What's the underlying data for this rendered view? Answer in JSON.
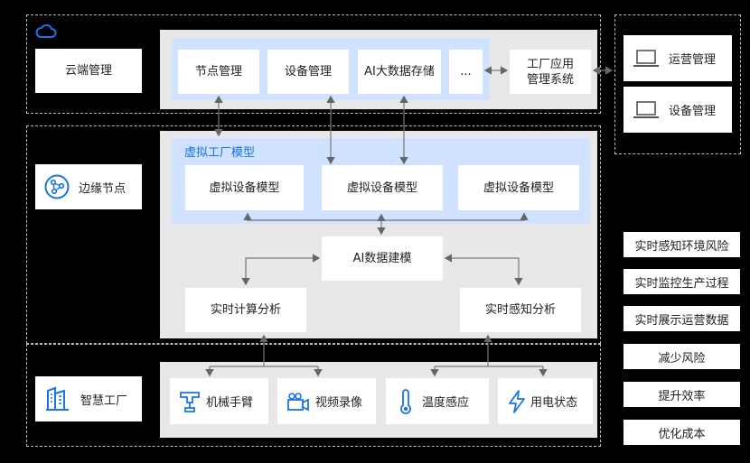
{
  "layers": {
    "cloud": {
      "label": "云端管理",
      "icon": "cloud-icon"
    },
    "edge": {
      "label": "边缘节点",
      "icon": "network-node-icon"
    },
    "factory": {
      "label": "智慧工厂",
      "icon": "factory-building-icon"
    }
  },
  "cloud_modules": {
    "items": [
      "节点管理",
      "设备管理",
      "AI大数据存储",
      "..."
    ],
    "factory_app": "工厂应用\n管理系统"
  },
  "terminals": {
    "items": [
      {
        "label": "运营管理",
        "icon": "laptop-icon"
      },
      {
        "label": "设备管理",
        "icon": "laptop-icon"
      }
    ]
  },
  "edge_modules": {
    "virtual_title": "虚拟工厂模型",
    "virtual_models": [
      "虚拟设备模型",
      "虚拟设备模型",
      "虚拟设备模型"
    ],
    "ai_modeling": "AI数据建模",
    "realtime_compute": "实时计算分析",
    "realtime_sense": "实时感知分析"
  },
  "devices": [
    {
      "label": "机械手臂",
      "icon": "robot-arm-icon"
    },
    {
      "label": "视频录像",
      "icon": "video-camera-icon"
    },
    {
      "label": "温度感应",
      "icon": "thermometer-icon"
    },
    {
      "label": "用电状态",
      "icon": "lightning-icon"
    }
  ],
  "benefits": [
    "实时感知环境风险",
    "实时监控生产过程",
    "实时展示运营数据",
    "减少风险",
    "提升效率",
    "优化成本"
  ],
  "colors": {
    "accent": "#1a73e8",
    "panel": "#e8e8e8",
    "highlight": "#cfe2ff",
    "background": "#000000"
  }
}
